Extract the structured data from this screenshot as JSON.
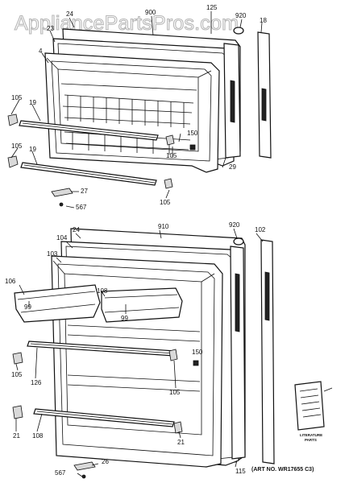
{
  "watermark": "AppliancePartsPros.com",
  "art_note": "(ART NO. WR17655 C3)",
  "literature_label": [
    "LITERATURE",
    "PARTS"
  ],
  "upper_door_labels": {
    "p24": "24",
    "p900": "900",
    "p125": "125",
    "p920": "920",
    "p23": "23",
    "p4": "4",
    "p18": "18",
    "p105a": "105",
    "p19a": "19",
    "p150": "150",
    "p105b": "105",
    "p19b": "19",
    "p105c": "105",
    "p29": "29",
    "p27": "27",
    "p567": "567",
    "p105d": "105"
  },
  "lower_door_labels": {
    "p910": "910",
    "p920": "920",
    "p24": "24",
    "p102": "102",
    "p104": "104",
    "p103": "103",
    "p106": "106",
    "p108": "108",
    "p99a": "99",
    "p99b": "99",
    "p105a": "105",
    "p126": "126",
    "p150": "150",
    "p105b": "105",
    "p21a": "21",
    "p108b": "108",
    "p21b": "21",
    "p115": "115",
    "p26": "26",
    "p567": "567"
  }
}
